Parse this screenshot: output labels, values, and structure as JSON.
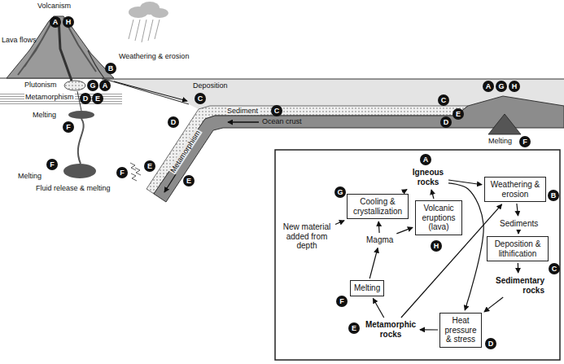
{
  "diagram": {
    "nodes": [
      {
        "text": [
          "Igneous rocks"
        ]
      },
      {
        "text": [
          "Weathering & erosion"
        ]
      },
      {
        "text": [
          "Sediments"
        ]
      },
      {
        "text": [
          "Deposition & lithification"
        ]
      },
      {
        "text": [
          "Sedimentary rocks"
        ]
      },
      {
        "text": [
          "Heat pressure & stress"
        ]
      },
      {
        "text": [
          "Metamorphic rocks"
        ]
      },
      {
        "text": [
          "Melting"
        ]
      },
      {
        "text": [
          "Magma"
        ]
      },
      {
        "text": [
          "Cooling & crystallization"
        ]
      },
      {
        "text": [
          "Volcanic eruptions (lava)"
        ]
      },
      {
        "text": [
          "New material added from depth"
        ]
      }
    ],
    "edges": [
      {
        "from": 0,
        "to": 1,
        "arrow": "to"
      },
      {
        "from": 1,
        "to": 2,
        "arrow": "to"
      },
      {
        "from": 2,
        "to": 3,
        "arrow": "to"
      },
      {
        "from": 3,
        "to": 4,
        "arrow": "to"
      },
      {
        "from": 4,
        "to": 5,
        "arrow": "to"
      },
      {
        "from": 0,
        "to": 5,
        "arrow": "to"
      },
      {
        "from": 5,
        "to": 6,
        "arrow": "to"
      },
      {
        "from": 6,
        "to": 1,
        "arrow": "to"
      },
      {
        "from": 6,
        "to": 7,
        "arrow": "to"
      },
      {
        "from": 7,
        "to": 8,
        "arrow": "to"
      },
      {
        "from": 8,
        "to": 9,
        "arrow": "to"
      },
      {
        "from": 8,
        "to": 10,
        "arrow": "to"
      },
      {
        "from": 10,
        "to": 0,
        "arrow": "to"
      },
      {
        "from": 9,
        "to": 0,
        "arrow": "to"
      },
      {
        "from": 11,
        "to": 9,
        "arrow": "to"
      }
    ],
    "labels": [
      "Volcanism",
      "A",
      "H",
      "Lava flows",
      "Weathering & erosion",
      "B",
      "Deposition",
      "Plutonism",
      "G",
      "A",
      "Metamorphism",
      "D",
      "E",
      "Melting",
      "F",
      "Melting",
      "F",
      "F",
      "Fluid release & melting",
      "E",
      "Metamorphism",
      "E",
      "D",
      "C",
      "Sediment",
      "C",
      "Ocean crust",
      "C",
      "D",
      "E",
      "A",
      "G",
      "H",
      "Melting",
      "F",
      "A",
      "B",
      "C",
      "D",
      "E",
      "F",
      "G",
      "H"
    ]
  }
}
